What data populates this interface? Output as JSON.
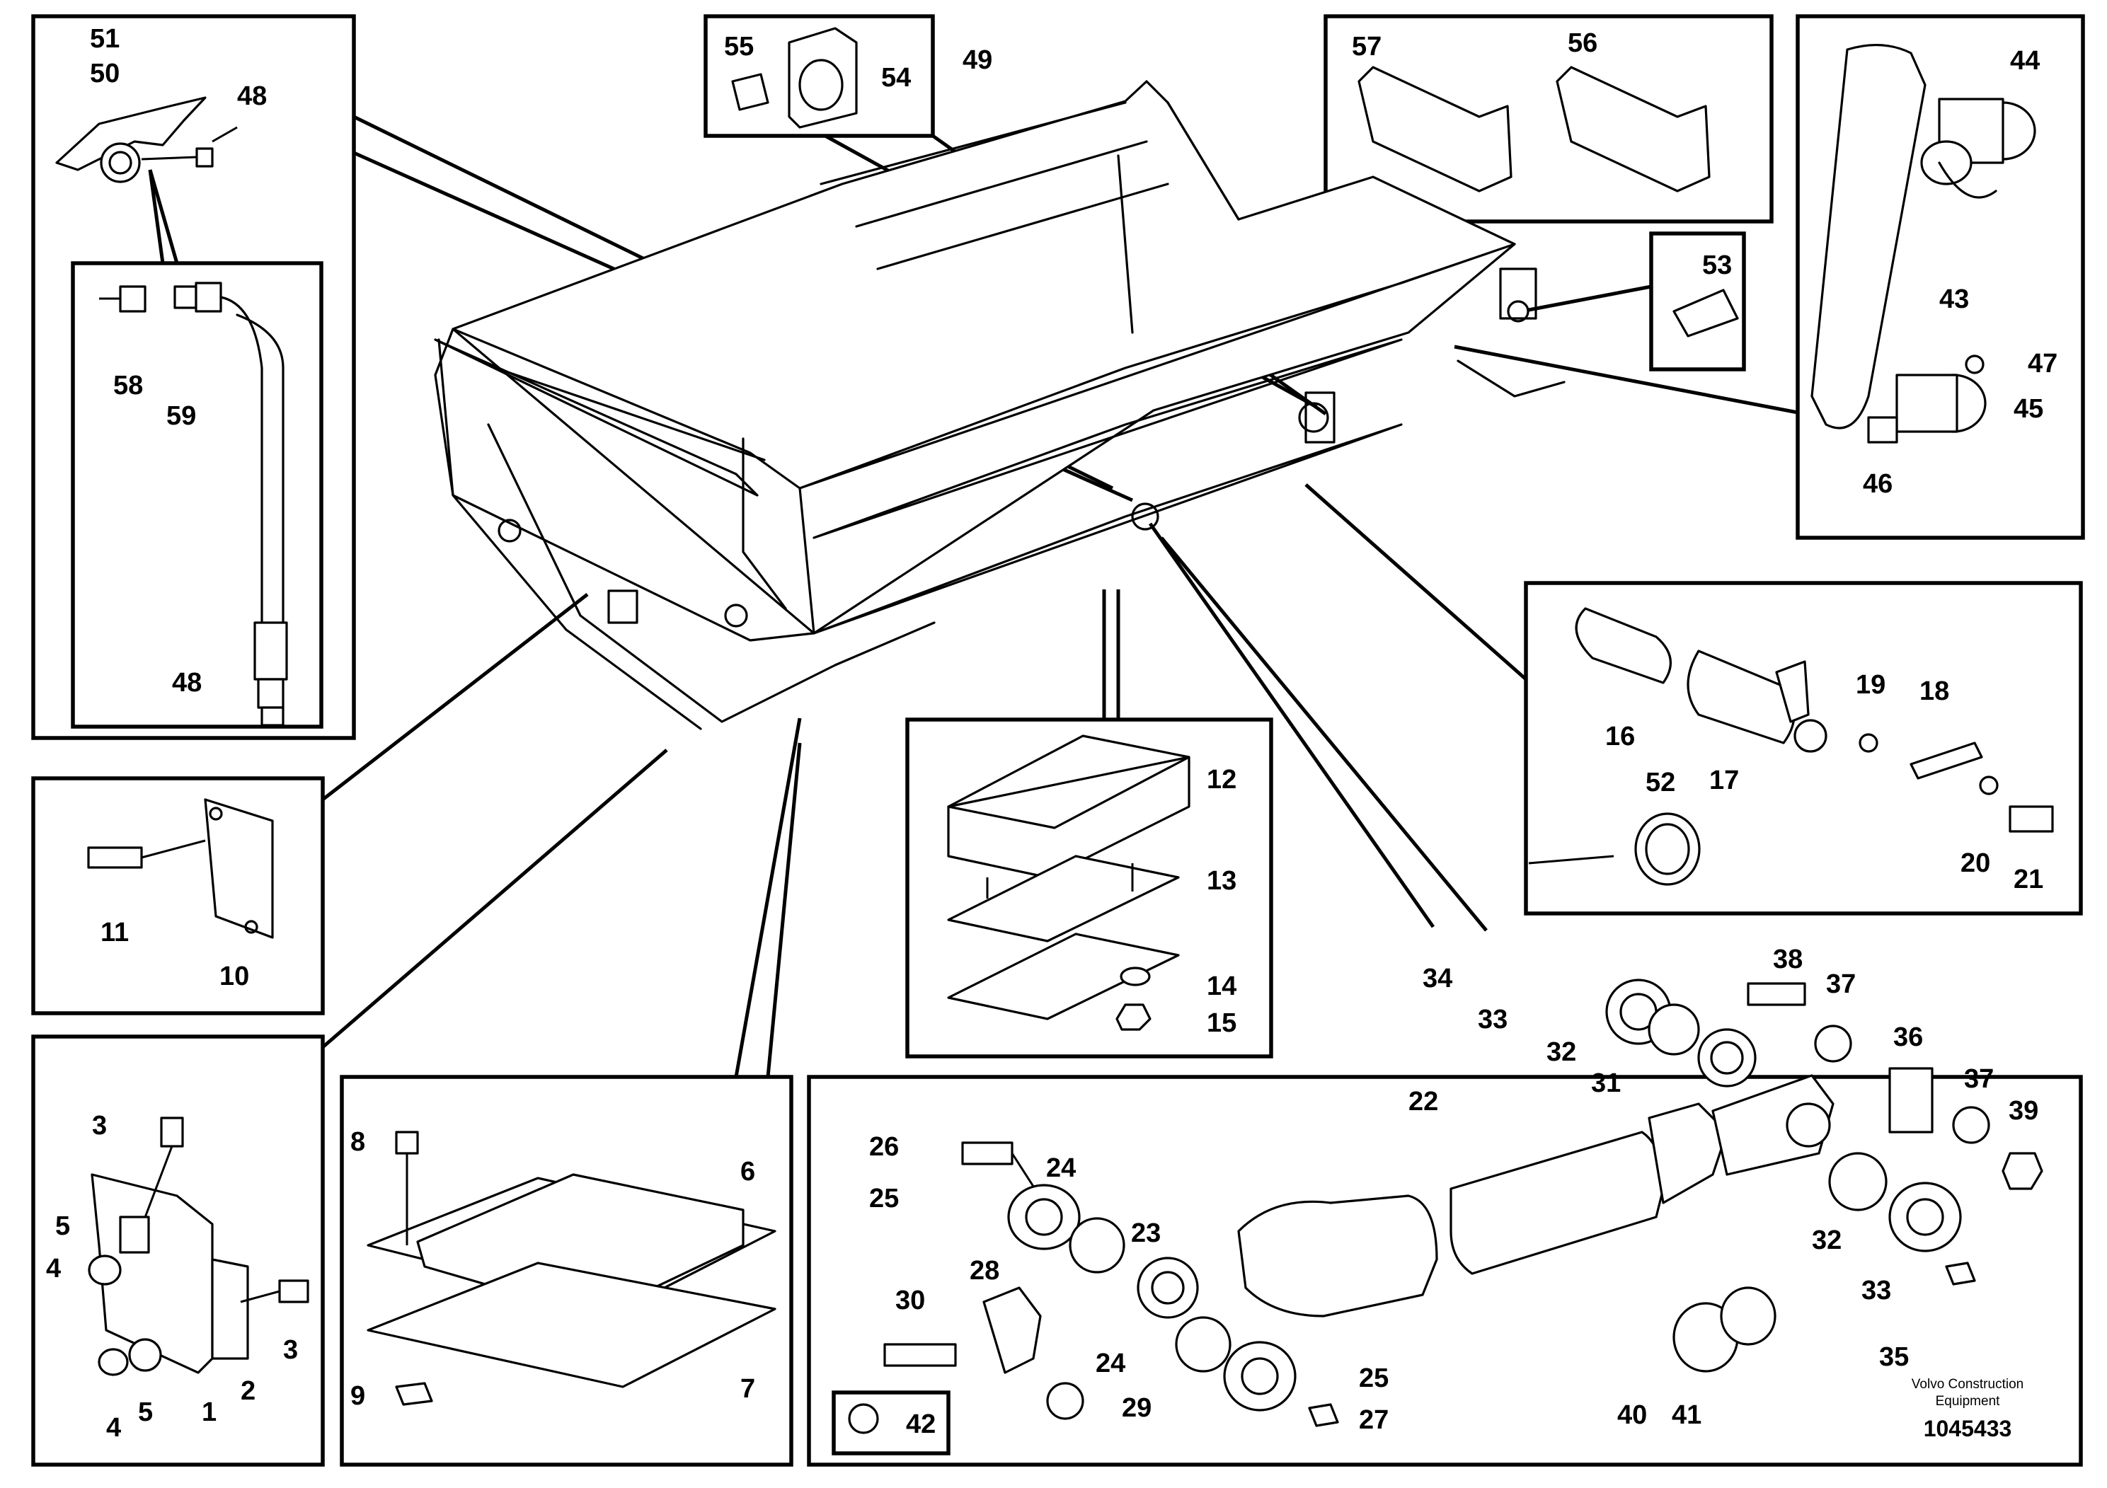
{
  "footer": {
    "brand_line1": "Volvo Construction",
    "brand_line2": "Equipment",
    "drawing_number": "1045433"
  },
  "labels": {
    "p1": "1",
    "p2": "2",
    "p3a": "3",
    "p3b": "3",
    "p4a": "4",
    "p4b": "4",
    "p5a": "5",
    "p5b": "5",
    "p6": "6",
    "p7": "7",
    "p8": "8",
    "p9": "9",
    "p10": "10",
    "p11": "11",
    "p12": "12",
    "p13": "13",
    "p14": "14",
    "p15": "15",
    "p16": "16",
    "p17": "17",
    "p18": "18",
    "p19": "19",
    "p20": "20",
    "p21": "21",
    "p22": "22",
    "p23": "23",
    "p24a": "24",
    "p24b": "24",
    "p25a": "25",
    "p25b": "25",
    "p26": "26",
    "p27": "27",
    "p28": "28",
    "p29": "29",
    "p30": "30",
    "p31": "31",
    "p32a": "32",
    "p32b": "32",
    "p33a": "33",
    "p33b": "33",
    "p34": "34",
    "p35": "35",
    "p36": "36",
    "p37a": "37",
    "p37b": "37",
    "p38": "38",
    "p39": "39",
    "p40": "40",
    "p41": "41",
    "p42": "42",
    "p43": "43",
    "p44": "44",
    "p45": "45",
    "p46": "46",
    "p47": "47",
    "p48a": "48",
    "p48b": "48",
    "p49": "49",
    "p50": "50",
    "p51": "51",
    "p52": "52",
    "p53": "53",
    "p54": "54",
    "p55": "55",
    "p56": "56",
    "p57": "57",
    "p58": "58",
    "p59": "59"
  }
}
